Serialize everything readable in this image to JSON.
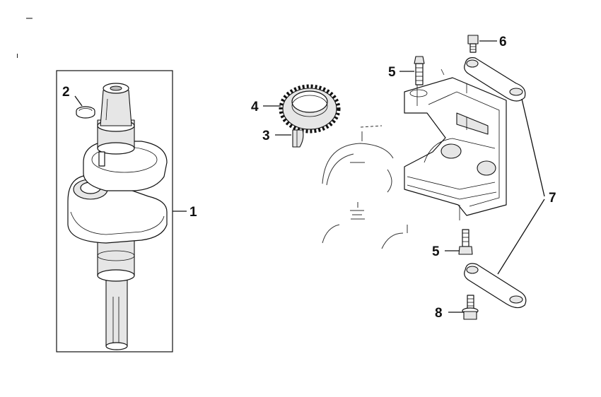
{
  "callouts": [
    {
      "id": "crankshaft",
      "number": "1"
    },
    {
      "id": "oil-seal-ring",
      "number": "2"
    },
    {
      "id": "woodruff-key",
      "number": "3"
    },
    {
      "id": "crank-gear",
      "number": "4"
    },
    {
      "id": "bolt-upper",
      "number": "5"
    },
    {
      "id": "bolt-lower",
      "number": "5"
    },
    {
      "id": "cap-screw",
      "number": "6"
    },
    {
      "id": "connecting-links",
      "number": "7"
    },
    {
      "id": "flange-bolt",
      "number": "8"
    }
  ],
  "marks": {
    "dash": "–",
    "tick": "ı"
  }
}
